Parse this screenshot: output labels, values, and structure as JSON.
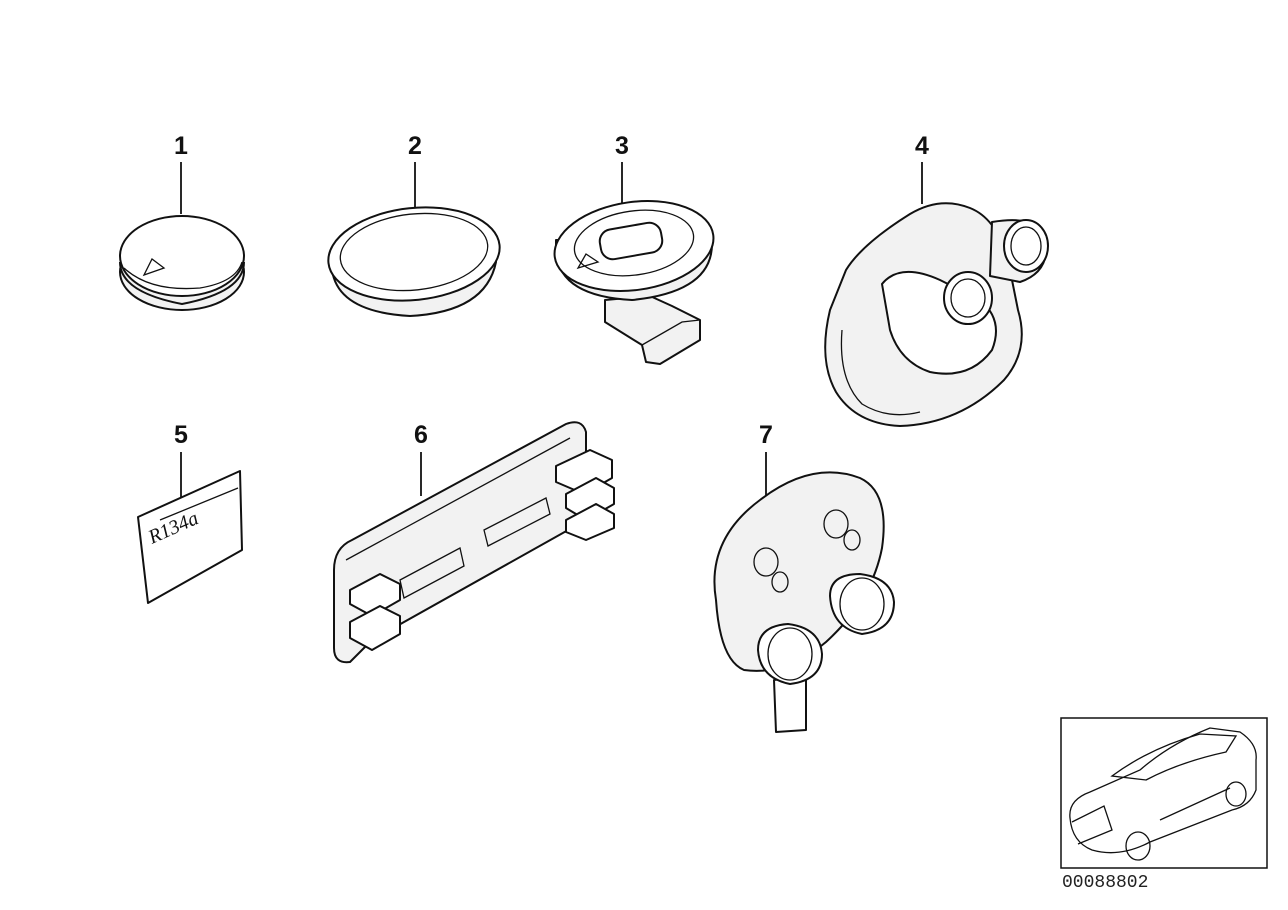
{
  "diagram": {
    "callouts": [
      {
        "id": "1",
        "label": "1"
      },
      {
        "id": "2",
        "label": "2"
      },
      {
        "id": "3",
        "label": "3"
      },
      {
        "id": "4",
        "label": "4"
      },
      {
        "id": "5",
        "label": "5"
      },
      {
        "id": "6",
        "label": "6"
      },
      {
        "id": "7",
        "label": "7"
      }
    ],
    "sticker_text": "R134a",
    "document_number": "00088802"
  }
}
